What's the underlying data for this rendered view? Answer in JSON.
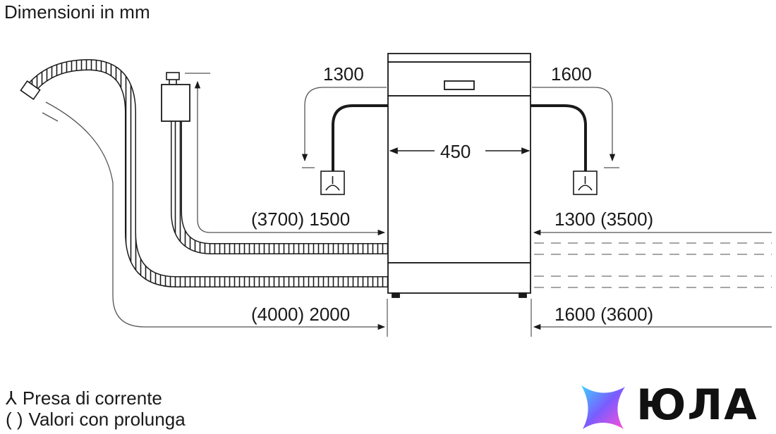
{
  "title": "Dimensioni in mm",
  "dimensions": {
    "top_left": "1300",
    "top_right": "1600",
    "width": "450",
    "drain_left": "(3700) 1500",
    "drain_right": "1300 (3500)",
    "inlet_left": "(4000) 2000",
    "inlet_right": "1600 (3600)"
  },
  "legend": {
    "socket_symbol": "⅄",
    "socket_label": "Presa di corrente",
    "paren_symbol": "( )",
    "paren_label": "Valori con prolunga"
  },
  "brand": {
    "name": "ЮЛА",
    "logo_icon": "star-gradient-icon",
    "colors": [
      "#3fd0ff",
      "#7a5cff",
      "#ff4fd8"
    ]
  },
  "colors": {
    "line": "#1a1a1a",
    "thin_line": "#555555",
    "dashed": "#888888"
  }
}
